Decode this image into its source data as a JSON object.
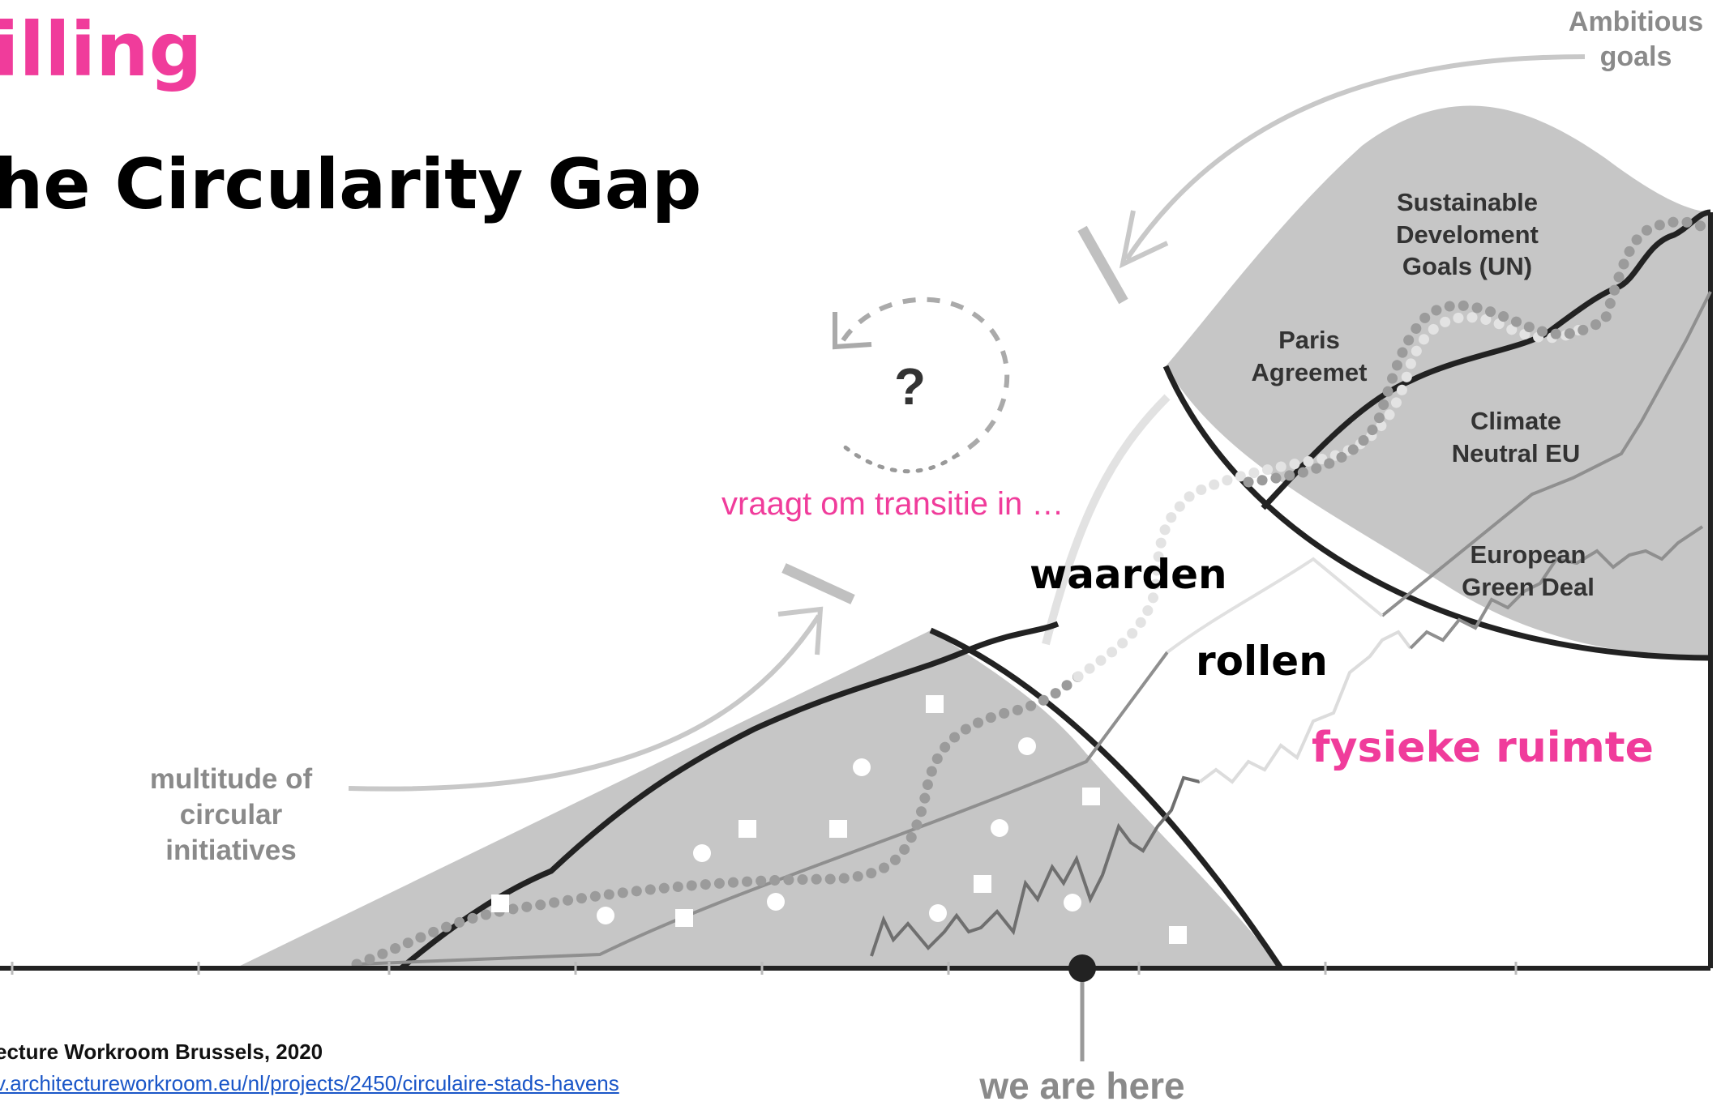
{
  "title": {
    "line1": "illing",
    "line2": "he Circularity Gap"
  },
  "labels": {
    "ambitious_goals": [
      "Ambitious",
      "goals"
    ],
    "question": "?",
    "vraagt": "vraagt om transitie in …",
    "waarden": "waarden",
    "rollen": "rollen",
    "fysieke": "fysieke ruimte",
    "multitude": [
      "multitude of",
      "circular",
      "initiatives"
    ],
    "we_are_here": "we are here",
    "sdg": [
      "Sustainable",
      "Develoment",
      "Goals (UN)"
    ],
    "paris": [
      "Paris",
      "Agreemet"
    ],
    "climate": [
      "Climate",
      "Neutral EU"
    ],
    "green_deal": [
      "European",
      "Green Deal"
    ]
  },
  "source": {
    "line1": "ecture Workroom Brussels, 2020",
    "line2": "v.architectureworkroom.eu/nl/projects/2450/circulaire-stads-havens"
  },
  "colors": {
    "pink": "#f03c9b",
    "shape_fill": "#c6c6c6",
    "gray_text": "#8a8a8a",
    "curve": "#333333",
    "link": "#1a56c8"
  }
}
